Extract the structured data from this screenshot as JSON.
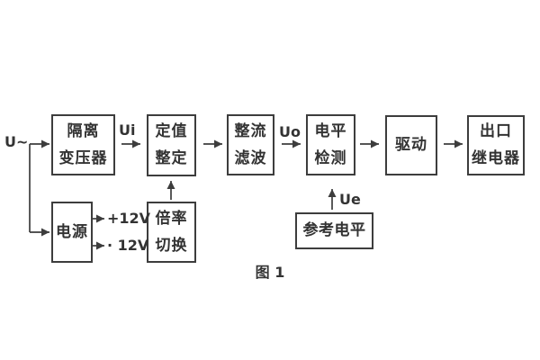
{
  "figure": {
    "caption": "图 1"
  },
  "colors": {
    "line": "#3d3d3d",
    "text": "#333333",
    "background": "#ffffff"
  },
  "signal_labels": {
    "input": "U~",
    "after_transformer": "Ui",
    "after_filter": "Uo",
    "reference": "Ue",
    "supply_positive": "+12V",
    "supply_negative": "· 12V"
  },
  "blocks": {
    "isolation_transformer": {
      "line1": "隔离",
      "line2": "变压器"
    },
    "value_setting": {
      "line1": "定值",
      "line2": "整定"
    },
    "rectifier_filter": {
      "line1": "整流",
      "line2": "滤波"
    },
    "level_detection": {
      "line1": "电平",
      "line2": "检测"
    },
    "driver": {
      "label": "驱动"
    },
    "output_relay": {
      "line1": "出口",
      "line2": "继电器"
    },
    "power_supply": {
      "label": "电源"
    },
    "ratio_switching": {
      "line1": "倍率",
      "line2": "切换"
    },
    "reference_level": {
      "label": "参考电平"
    }
  }
}
